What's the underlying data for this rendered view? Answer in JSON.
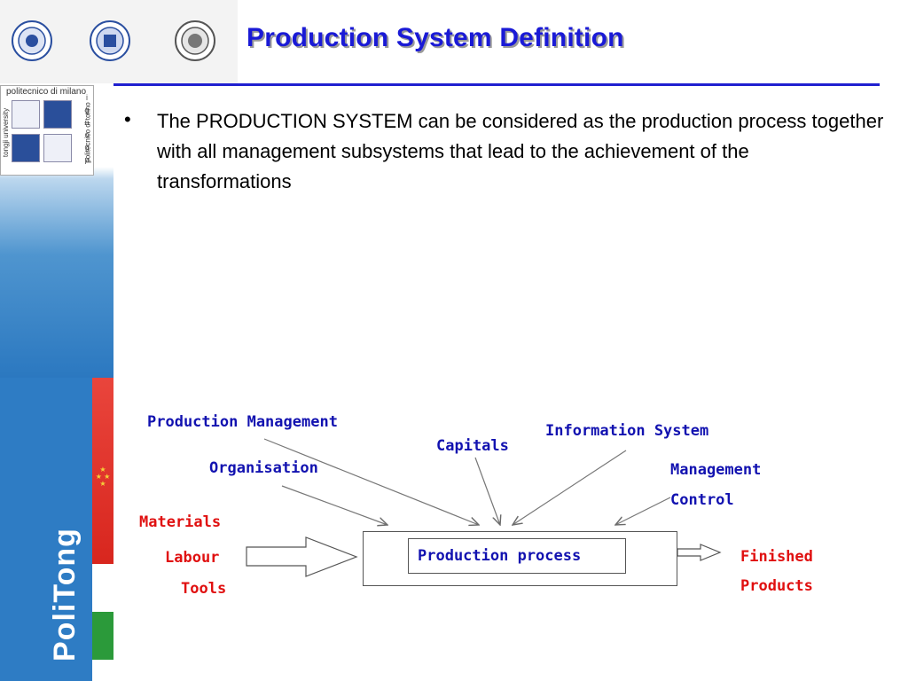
{
  "slide": {
    "title": "Production System Definition",
    "bullet": "The PRODUCTION SYSTEM can be considered as the production process together with all management subsystems that lead to the achievement of the transformations",
    "accent_color": "#1a1ad6"
  },
  "sidebar": {
    "caption_top": "politecnico di milano",
    "caption_left": "tongji university",
    "caption_right": "politecnico di torino",
    "letters": [
      "i",
      "g",
      "n",
      "o",
      "g",
      "p"
    ],
    "brand": "PoliTong",
    "colors": {
      "blue": "#2b78c0",
      "red": "#d8261e",
      "green": "#2b9a3a"
    }
  },
  "header_logos": [
    "seal-icon",
    "seal-icon",
    "seal-icon"
  ],
  "diagram": {
    "inputs_top": {
      "production_management": "Production Management",
      "organisation": "Organisation",
      "capitals": "Capitals",
      "information_system": "Information System",
      "management": "Management",
      "control": "Control"
    },
    "inputs_left": {
      "materials": "Materials",
      "labour": "Labour",
      "tools": "Tools"
    },
    "process": "Production process",
    "outputs": {
      "finished": "Finished",
      "products": "Products"
    },
    "colors": {
      "management_labels": "#1212b0",
      "resource_labels": "#e01010"
    }
  }
}
